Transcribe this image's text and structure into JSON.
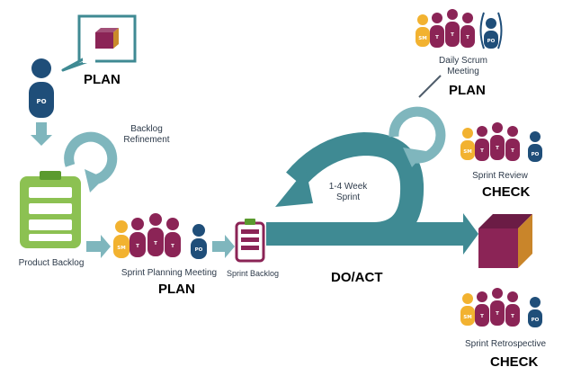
{
  "colors": {
    "teal_dark": "#3f8a93",
    "teal_light": "#7fb6bd",
    "green": "#8cc152",
    "green_dark": "#5a9a2e",
    "maroon": "#8b2456",
    "navy": "#1f4e79",
    "orange": "#f2b230",
    "gray_line": "#4f5d6b"
  },
  "icons": {
    "sm_role": "SM",
    "t_role": "T",
    "po_role": "PO"
  },
  "labels": {
    "plan_po": "PLAN",
    "backlog_refinement": "Backlog\nRefinement",
    "product_backlog": "Product Backlog",
    "sprint_planning": "Sprint Planning Meeting",
    "plan_sprint_planning": "PLAN",
    "sprint_backlog": "Sprint Backlog",
    "sprint_loop": "1-4 Week\nSprint",
    "do_act": "DO/ACT",
    "daily_scrum": "Daily Scrum\nMeeting",
    "plan_daily": "PLAN",
    "sprint_review": "Sprint Review",
    "check_review": "CHECK",
    "sprint_retro": "Sprint Retrospective",
    "check_retro": "CHECK"
  }
}
